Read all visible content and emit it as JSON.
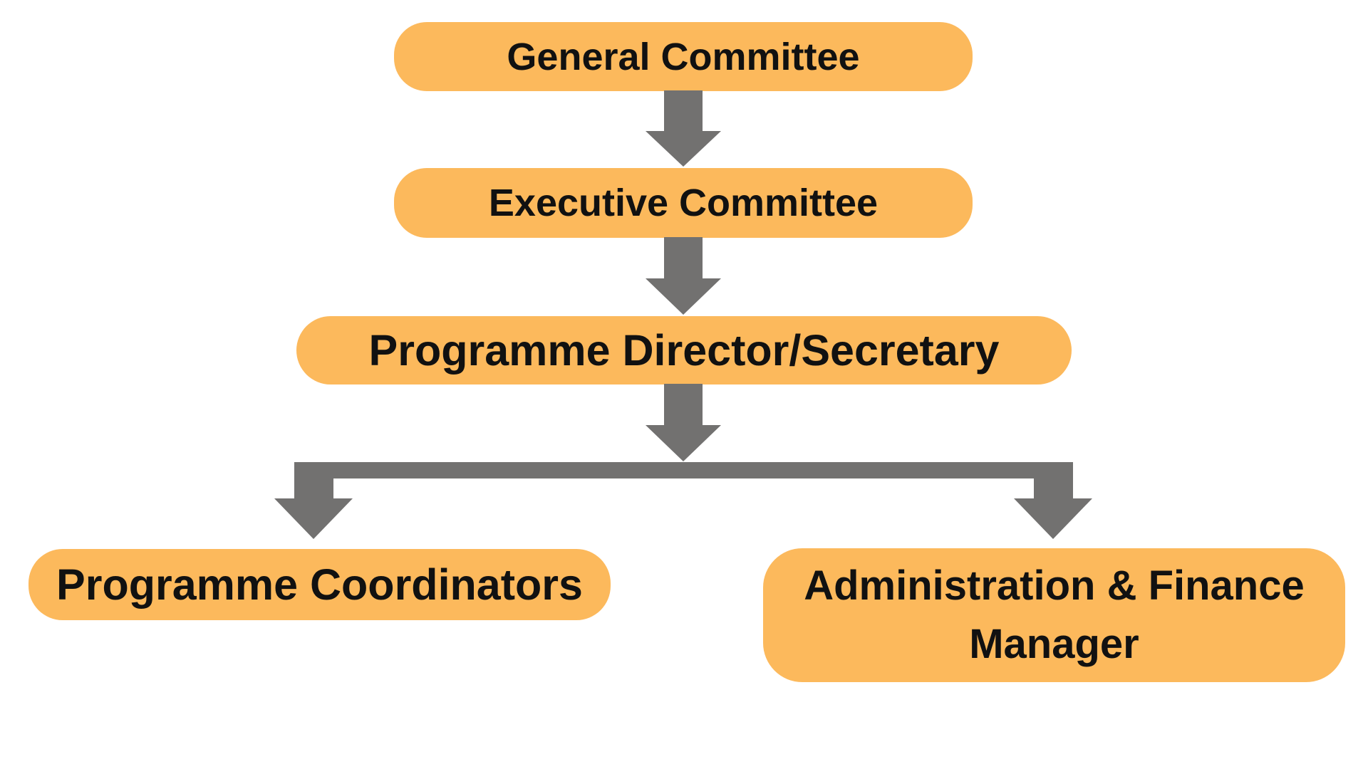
{
  "diagram": {
    "type": "org-chart",
    "colors": {
      "background": "#FFFFFF",
      "node_fill": "#FCB95C",
      "arrow": "#727170",
      "text": "#111111"
    },
    "nodes": [
      {
        "id": "general-committee",
        "label": "General Committee"
      },
      {
        "id": "executive-committee",
        "label": "Executive Committee"
      },
      {
        "id": "programme-director-secretary",
        "label": "Programme Director/Secretary"
      },
      {
        "id": "programme-coordinators",
        "label": "Programme Coordinators"
      },
      {
        "id": "administration-finance-manager",
        "label": "Administration & Finance\nManager"
      }
    ],
    "edges": [
      {
        "from": "General Committee",
        "to": "Executive Committee"
      },
      {
        "from": "Executive Committee",
        "to": "Programme Director/Secretary"
      },
      {
        "from": "Programme Director/Secretary",
        "to": "Programme Coordinators"
      },
      {
        "from": "Programme Director/Secretary",
        "to": "Administration & Finance Manager"
      }
    ]
  }
}
